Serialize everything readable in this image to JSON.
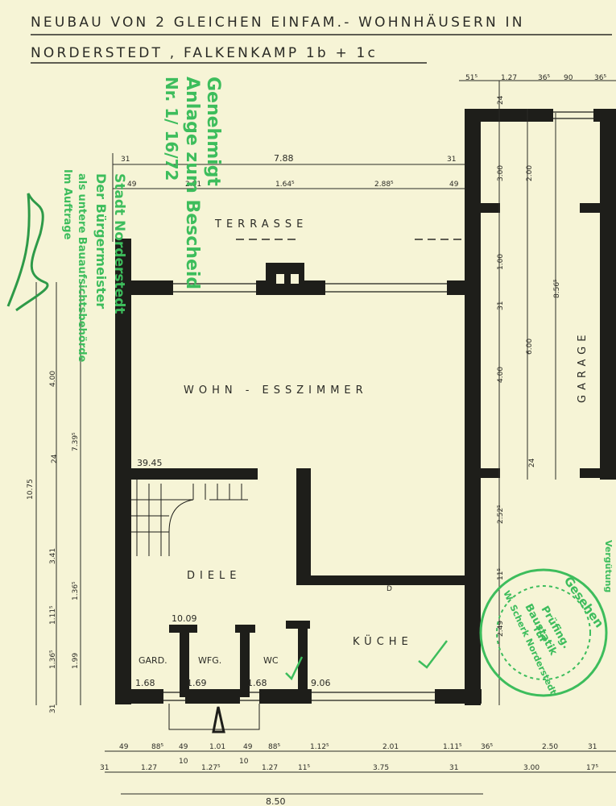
{
  "header": {
    "title_line1": "NEUBAU VON 2 GLEICHEN EINFAM.- WOHNHÄUSERN IN",
    "title_line2": "NORDERSTEDT , FALKENKAMP 1b + 1c"
  },
  "rooms": {
    "terrace": "TERRASSE",
    "living": "WOHN - ESSZIMMER",
    "hall": "DIELE",
    "kitchen": "KÜCHE",
    "wardrobe": "GARD.",
    "wfg": "WFG.",
    "wc": "WC",
    "garage": "GARAGE"
  },
  "dimensions": {
    "top_total": "7.88",
    "top_left": "31",
    "top_right": "31",
    "top_row2": [
      "49",
      "2.91",
      "1.64⁵",
      "2.88⁵",
      "49"
    ],
    "right_top": [
      "51⁵",
      "1.27",
      "36⁵",
      "90",
      "36⁵"
    ],
    "right_side": [
      "3.00",
      "2.00",
      "1.00",
      "6.00",
      "8.56⁵",
      "4.00",
      "2.52⁵",
      "2.49",
      "11⁵",
      "31",
      "24",
      "24"
    ],
    "left_side": [
      "10.75",
      "4.00",
      "7.39⁵",
      "3.41",
      "1.36⁵",
      "1.11⁵",
      "1.36⁵",
      "1.99",
      "24",
      "31"
    ],
    "area_living": "39.45",
    "area_hall": "10.09",
    "area_kitchen": "9.06",
    "area_gard": "1.68",
    "area_wfg": "1.69",
    "area_wc": "1.68",
    "bottom_row1": [
      "49",
      "88⁵",
      "49",
      "1.01",
      "49",
      "88⁵",
      "1.12⁵",
      "2.01",
      "1.11⁵",
      "36⁵",
      "2.50",
      "31"
    ],
    "bottom_row2": [
      "31",
      "1.27",
      "10",
      "1.27⁵",
      "10",
      "1.27",
      "11⁵",
      "3.75",
      "31",
      "3.00",
      "17⁵"
    ],
    "bottom_total": "8.50",
    "door_label": "D"
  },
  "stamp": {
    "line1": "Genehmigt",
    "line2": "Anlage zum Bescheid",
    "line3": "Nr. 1/ 16/72",
    "line4": "Stadt Norderstedt",
    "line5": "Der Bürgermeister",
    "line6": "als untere Bauaufsichtsbehörde",
    "line7": "Im Auftrage",
    "round_outer": "Gesehen",
    "round_inner1": "Prüfing.",
    "round_inner2": "für",
    "round_inner3": "Baustatik",
    "round_bottom": "W. Scherk Norderstedt",
    "edge_text": "Vergütung"
  },
  "colors": {
    "paper": "#f6f4d6",
    "ink": "#1e1e1a",
    "stamp_green": "#3dbd5c"
  }
}
